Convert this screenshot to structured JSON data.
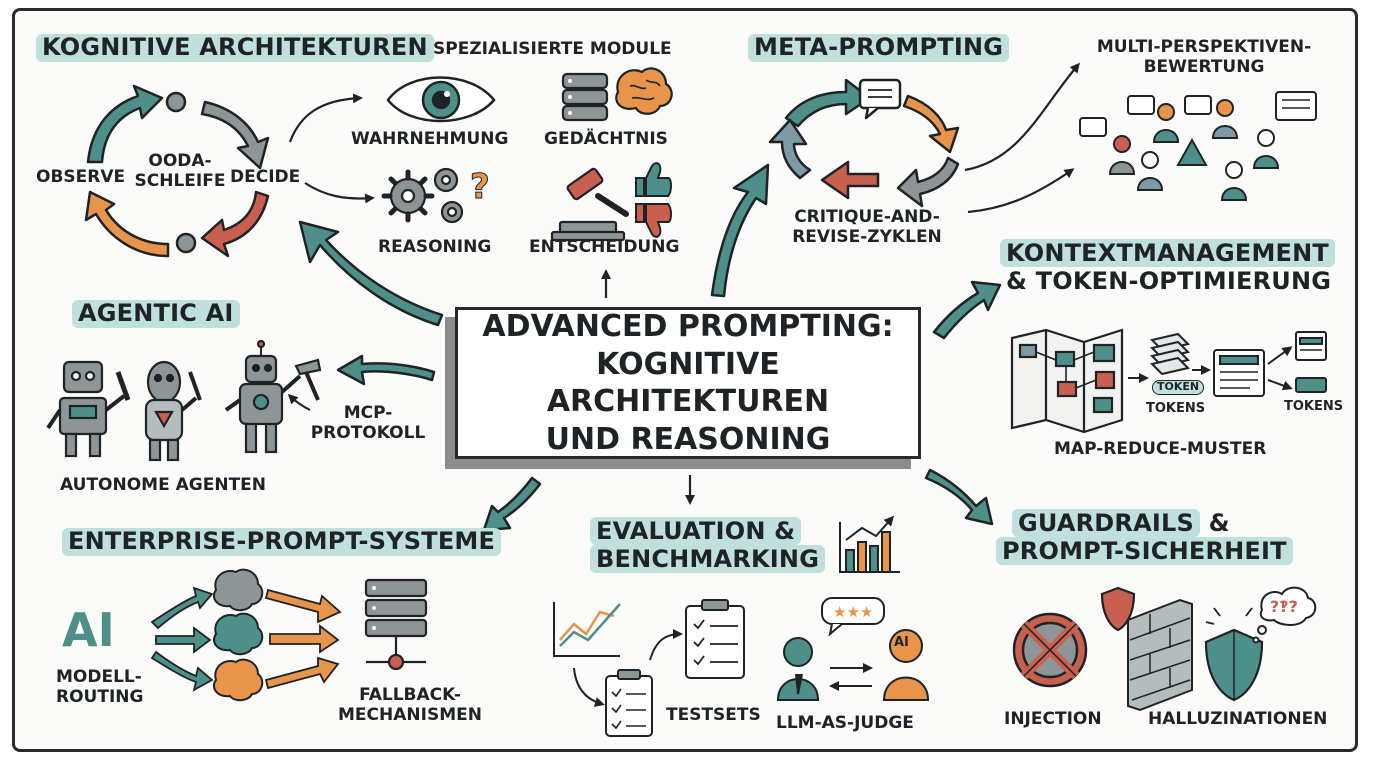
{
  "central_title": {
    "line1": "ADVANCED PROMPTING:",
    "line2": "KOGNITIVE ARCHITEKTUREN",
    "line3": "UND REASONING"
  },
  "kognitive": {
    "title": "KOGNITIVE ARCHITEKTUREN",
    "observe": "OBSERVE",
    "ooda_line1": "OODA-",
    "ooda_line2": "SCHLEIFE",
    "decide": "DECIDE"
  },
  "module": {
    "title": "SPEZIALISIERTE MODULE",
    "wahrnehmung": "WAHRNEHMUNG",
    "gedaechtnis": "GEDÄCHTNIS",
    "reasoning": "REASONING",
    "entscheidung": "ENTSCHEIDUNG"
  },
  "meta": {
    "title": "META-PROMPTING",
    "critique_line1": "CRITIQUE-AND-",
    "critique_line2": "REVISE-ZYKLEN"
  },
  "multi": {
    "line1": "MULTI-PERSPEKTIVEN-",
    "line2": "BEWERTUNG"
  },
  "kontext": {
    "title_line1": "KONTEXTMANAGEMENT",
    "title_line2": "& TOKEN-OPTIMIERUNG",
    "token_badge": "TOKEN",
    "tokens1": "TOKENS",
    "tokens2": "TOKENS",
    "map_reduce": "MAP-REDUCE-MUSTER"
  },
  "agentic": {
    "title": "AGENTIC AI",
    "mcp_line1": "MCP-",
    "mcp_line2": "PROTOKOLL",
    "autonome": "AUTONOME AGENTEN"
  },
  "enterprise": {
    "title": "ENTERPRISE-PROMPT-SYSTEME",
    "ai": "AI",
    "modell_line1": "MODELL-",
    "modell_line2": "ROUTING",
    "fallback_line1": "FALLBACK-",
    "fallback_line2": "MECHANISMEN"
  },
  "evaluation": {
    "title_line1": "EVALUATION &",
    "title_line2": "BENCHMARKING",
    "testsets": "TESTSETS",
    "llm_judge": "LLM-AS-JUDGE",
    "ai_badge": "AI"
  },
  "guardrails": {
    "title_part1": "GUARDRAILS",
    "title_part2": "&",
    "title_line2": "PROMPT-SICHERHEIT",
    "injection": "INJECTION",
    "halluzinationen": "HALLUZINATIONEN",
    "marks": "?‽?"
  },
  "colors": {
    "teal": "#4f8f89",
    "orange": "#e8944a",
    "red": "#c9604f",
    "highlight": "#bfe0dc",
    "ink": "#1e2326",
    "gray": "#8d9596",
    "grayblue": "#7f9aa6"
  }
}
